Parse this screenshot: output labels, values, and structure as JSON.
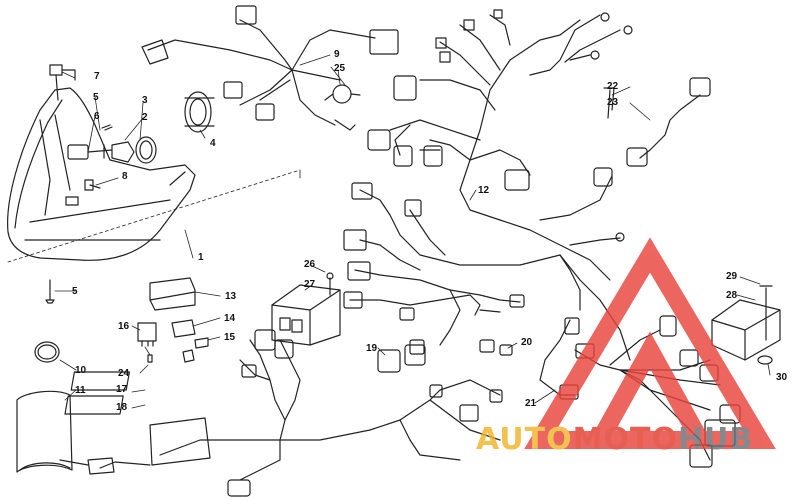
{
  "diagram": {
    "callouts": [
      "1",
      "2",
      "3",
      "4",
      "5",
      "5",
      "6",
      "7",
      "8",
      "9",
      "10",
      "11",
      "12",
      "13",
      "14",
      "15",
      "16",
      "17",
      "18",
      "19",
      "20",
      "21",
      "22",
      "23",
      "24",
      "25",
      "26",
      "27",
      "28",
      "29",
      "30"
    ]
  },
  "watermark": {
    "brand": "AUTOMOTOHUB",
    "brand_parts": [
      "AUTO",
      "MOTO",
      "HUB"
    ],
    "colors": {
      "auto": "#f0b429",
      "moto": "#e23b2e",
      "hub": "#6b6f74",
      "triangle": "#e8453c"
    }
  },
  "colors": {
    "line": "#222222",
    "fill": "#ffffff"
  }
}
